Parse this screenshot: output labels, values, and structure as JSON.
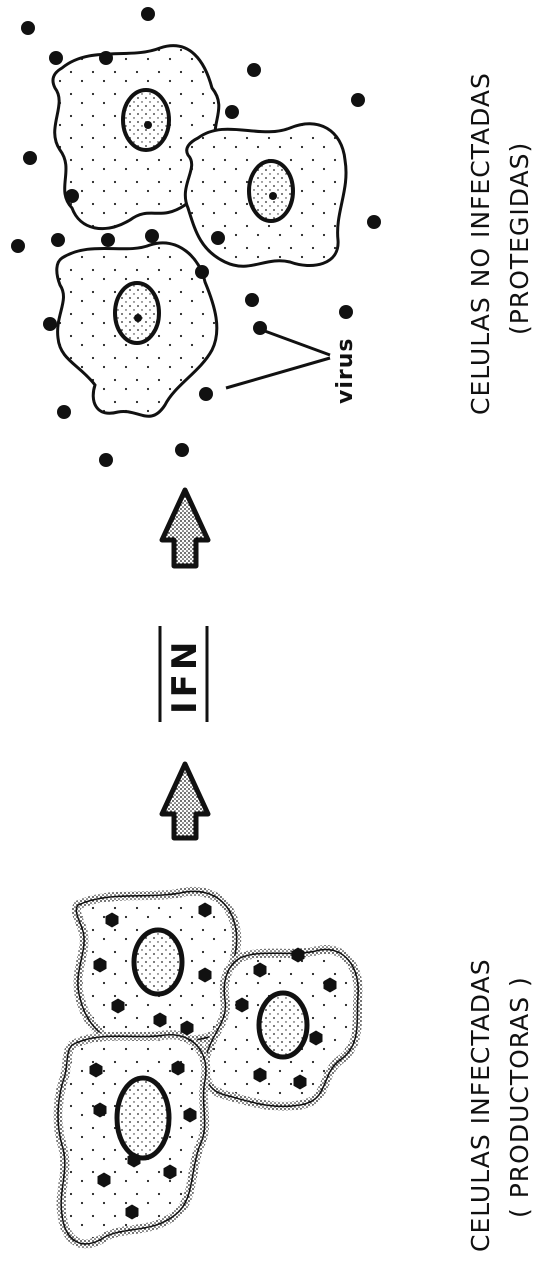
{
  "labels": {
    "infected_title": "CELULAS INFECTADAS",
    "infected_sub": "( PRODUCTORAS )",
    "uninfected_title": "CELULAS NO INFECTADAS",
    "uninfected_sub": "(PROTEGIDAS)",
    "ifn": "IFN",
    "virus": "virus"
  },
  "icons": {
    "arrow": "upward-arrow-icon",
    "virus": "virus-particle-icon"
  },
  "colors": {
    "ink": "#111111",
    "background": "#ffffff"
  }
}
